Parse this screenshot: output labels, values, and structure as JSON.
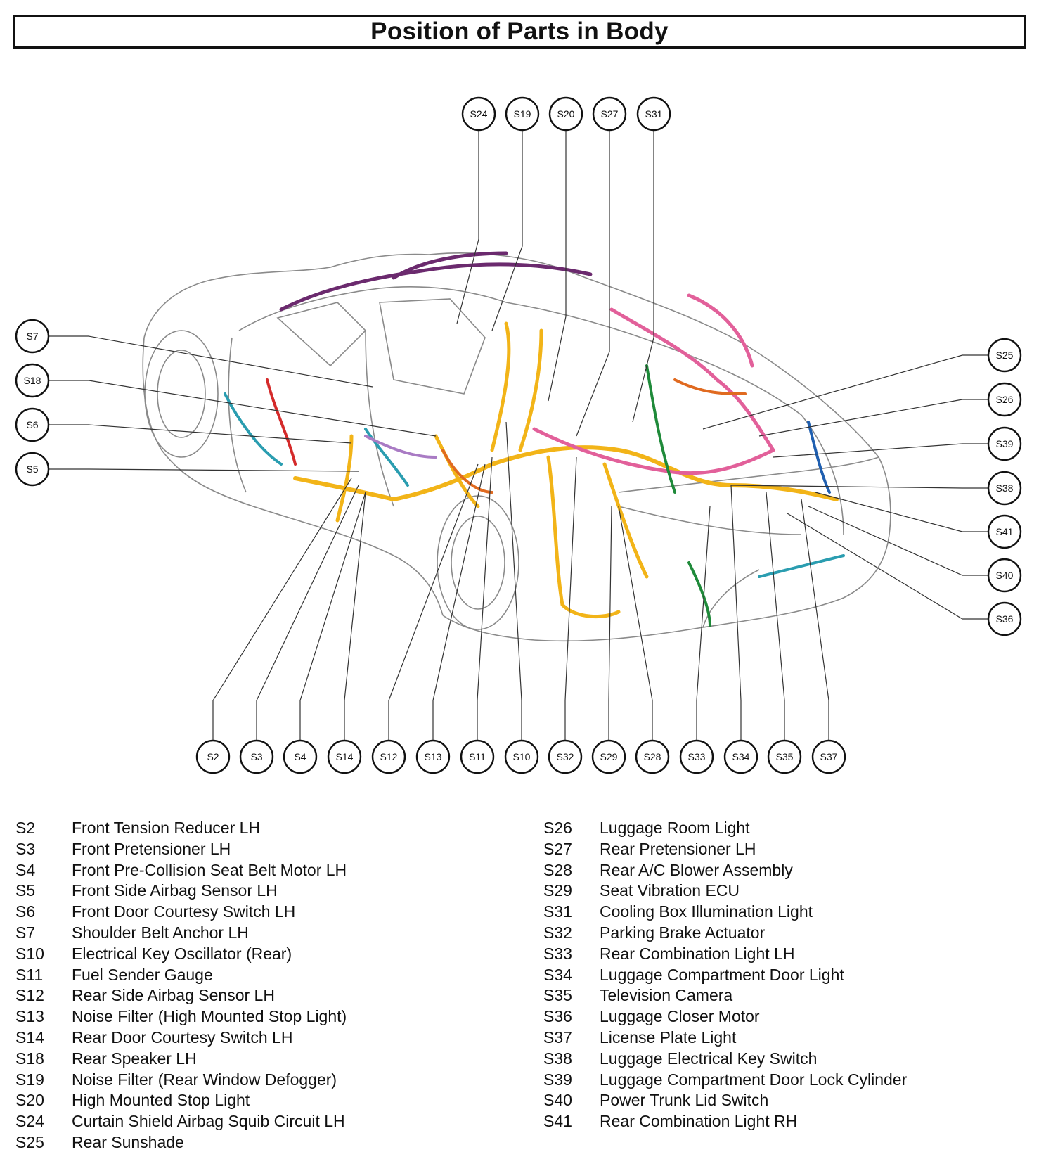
{
  "title": "Position of Parts in Body",
  "callouts": {
    "top": [
      "S24",
      "S19",
      "S20",
      "S27",
      "S31"
    ],
    "left": [
      "S7",
      "S18",
      "S6",
      "S5"
    ],
    "right": [
      "S25",
      "S26",
      "S39",
      "S38",
      "S41",
      "S40",
      "S36"
    ],
    "bottom": [
      "S2",
      "S3",
      "S4",
      "S14",
      "S12",
      "S13",
      "S11",
      "S10",
      "S32",
      "S29",
      "S28",
      "S33",
      "S34",
      "S35",
      "S37"
    ]
  },
  "legend": {
    "left": [
      {
        "code": "S2",
        "name": "Front Tension Reducer LH"
      },
      {
        "code": "S3",
        "name": "Front Pretensioner LH"
      },
      {
        "code": "S4",
        "name": "Front Pre-Collision Seat Belt Motor LH"
      },
      {
        "code": "S5",
        "name": "Front Side Airbag Sensor LH"
      },
      {
        "code": "S6",
        "name": "Front Door Courtesy Switch LH"
      },
      {
        "code": "S7",
        "name": "Shoulder Belt Anchor LH"
      },
      {
        "code": "S10",
        "name": "Electrical Key Oscillator (Rear)"
      },
      {
        "code": "S11",
        "name": "Fuel Sender Gauge"
      },
      {
        "code": "S12",
        "name": "Rear Side Airbag Sensor LH"
      },
      {
        "code": "S13",
        "name": "Noise Filter (High Mounted Stop Light)"
      },
      {
        "code": "S14",
        "name": "Rear Door Courtesy Switch LH"
      },
      {
        "code": "S18",
        "name": "Rear Speaker LH"
      },
      {
        "code": "S19",
        "name": "Noise Filter (Rear Window Defogger)"
      },
      {
        "code": "S20",
        "name": "High Mounted Stop Light"
      },
      {
        "code": "S24",
        "name": "Curtain Shield Airbag Squib Circuit LH"
      },
      {
        "code": "S25",
        "name": "Rear Sunshade"
      }
    ],
    "right": [
      {
        "code": "S26",
        "name": "Luggage Room Light"
      },
      {
        "code": "S27",
        "name": "Rear Pretensioner LH"
      },
      {
        "code": "S28",
        "name": "Rear A/C Blower Assembly"
      },
      {
        "code": "S29",
        "name": "Seat Vibration ECU"
      },
      {
        "code": "S31",
        "name": "Cooling Box Illumination Light"
      },
      {
        "code": "S32",
        "name": "Parking Brake Actuator"
      },
      {
        "code": "S33",
        "name": "Rear Combination Light LH"
      },
      {
        "code": "S34",
        "name": "Luggage Compartment Door Light"
      },
      {
        "code": "S35",
        "name": "Television Camera"
      },
      {
        "code": "S36",
        "name": "Luggage Closer Motor"
      },
      {
        "code": "S37",
        "name": "License Plate Light"
      },
      {
        "code": "S38",
        "name": "Luggage Electrical Key Switch"
      },
      {
        "code": "S39",
        "name": "Luggage Compartment Door Lock Cylinder"
      },
      {
        "code": "S40",
        "name": "Power Trunk Lid Switch"
      },
      {
        "code": "S41",
        "name": "Rear Combination Light RH"
      }
    ]
  },
  "colors": {
    "outline": "#111111",
    "body_line": "#8a8a8a",
    "harness_main": "#f2b418",
    "harness_pink": "#e2609a",
    "harness_purple": "#6b2a6e",
    "harness_teal": "#2a9db0",
    "harness_green": "#1f8a3a",
    "harness_red": "#d42a2a",
    "harness_orange": "#e06a20",
    "harness_blue": "#1f5fb0",
    "harness_violet": "#a97bc4"
  }
}
